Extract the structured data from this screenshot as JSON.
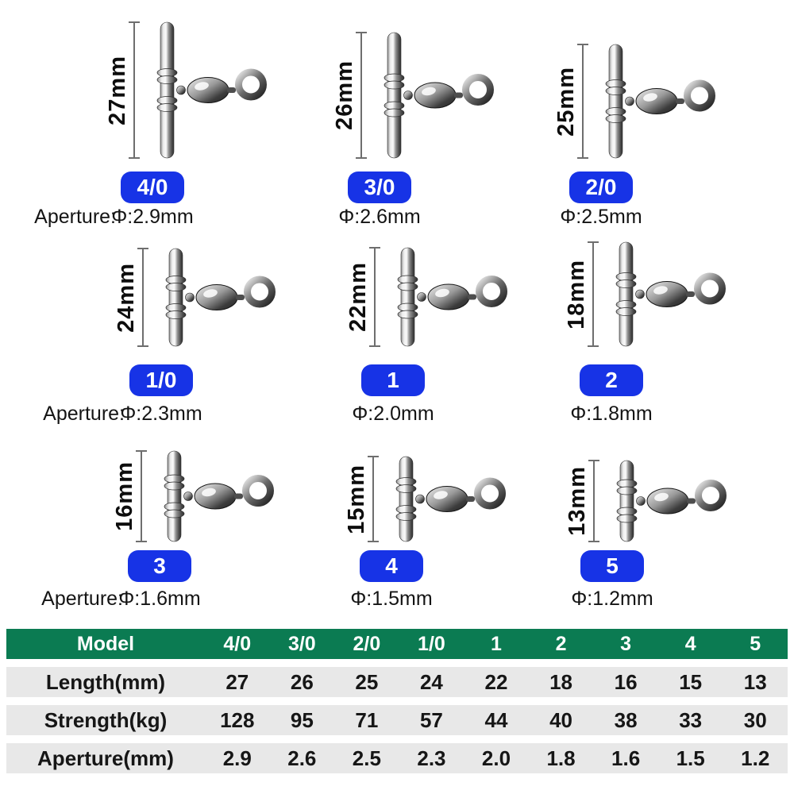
{
  "palette": {
    "badge_blue": "#1733E6",
    "table_header_green": "#0B7B52",
    "table_row_gray": "#E8E8E8",
    "text_dark": "#141414"
  },
  "products": [
    {
      "model": "4/0",
      "length": "27mm",
      "aperture_label": "Aperture:",
      "aperture_value": "Φ:2.9mm"
    },
    {
      "model": "3/0",
      "length": "26mm",
      "aperture_value": "Φ:2.6mm"
    },
    {
      "model": "2/0",
      "length": "25mm",
      "aperture_value": "Φ:2.5mm"
    },
    {
      "model": "1/0",
      "length": "24mm",
      "aperture_label": "Aperture:",
      "aperture_value": "Φ:2.3mm"
    },
    {
      "model": "1",
      "length": "22mm",
      "aperture_value": "Φ:2.0mm"
    },
    {
      "model": "2",
      "length": "18mm",
      "aperture_value": "Φ:1.8mm"
    },
    {
      "model": "3",
      "length": "16mm",
      "aperture_label": "Aperture:",
      "aperture_value": "Φ:1.6mm"
    },
    {
      "model": "4",
      "length": "15mm",
      "aperture_value": "Φ:1.5mm"
    },
    {
      "model": "5",
      "length": "13mm",
      "aperture_value": "Φ:1.2mm"
    }
  ],
  "spec_table": {
    "header": [
      "Model",
      "4/0",
      "3/0",
      "2/0",
      "1/0",
      "1",
      "2",
      "3",
      "4",
      "5"
    ],
    "rows": [
      {
        "label": "Length(mm)",
        "values": [
          "27",
          "26",
          "25",
          "24",
          "22",
          "18",
          "16",
          "15",
          "13"
        ]
      },
      {
        "label": "Strength(kg)",
        "values": [
          "128",
          "95",
          "71",
          "57",
          "44",
          "40",
          "38",
          "33",
          "30"
        ]
      },
      {
        "label": "Aperture(mm)",
        "values": [
          "2.9",
          "2.6",
          "2.5",
          "2.3",
          "2.0",
          "1.8",
          "1.6",
          "1.5",
          "1.2"
        ]
      }
    ]
  }
}
